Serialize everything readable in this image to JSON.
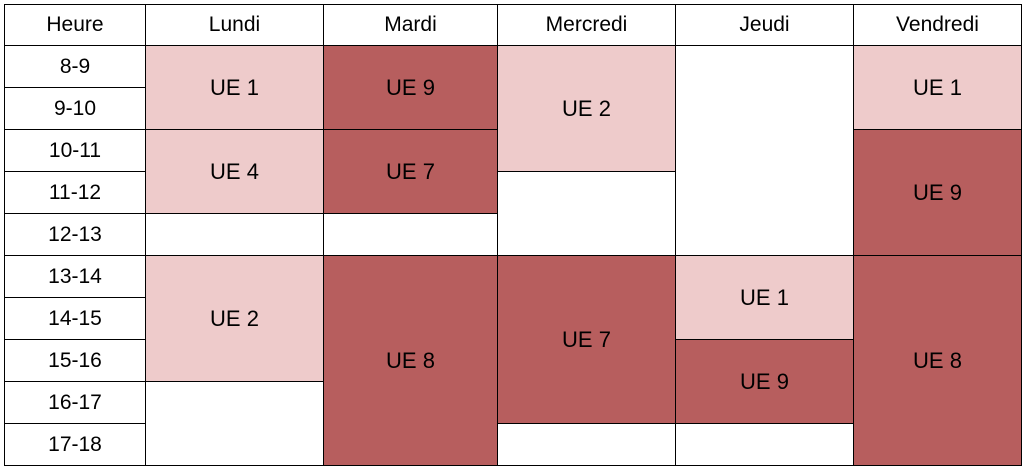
{
  "header": [
    "Heure",
    "Lundi",
    "Mardi",
    "Mercredi",
    "Jeudi",
    "Vendredi"
  ],
  "hours": [
    "8-9",
    "9-10",
    "10-11",
    "11-12",
    "12-13",
    "13-14",
    "14-15",
    "15-16",
    "16-17",
    "17-18"
  ],
  "colors": {
    "light": "#eecbcb",
    "dark": "#b75e5e",
    "empty": "#ffffff",
    "border": "#000000"
  },
  "blocks": [
    {
      "day": 0,
      "start": 0,
      "span": 2,
      "label": "UE 1",
      "shade": "light"
    },
    {
      "day": 0,
      "start": 2,
      "span": 2,
      "label": "UE 4",
      "shade": "light"
    },
    {
      "day": 0,
      "start": 4,
      "span": 1,
      "label": "",
      "shade": "empty"
    },
    {
      "day": 0,
      "start": 5,
      "span": 3,
      "label": "UE 2",
      "shade": "light"
    },
    {
      "day": 0,
      "start": 8,
      "span": 2,
      "label": "",
      "shade": "empty"
    },
    {
      "day": 1,
      "start": 0,
      "span": 2,
      "label": "UE 9",
      "shade": "dark"
    },
    {
      "day": 1,
      "start": 2,
      "span": 2,
      "label": "UE 7",
      "shade": "dark"
    },
    {
      "day": 1,
      "start": 4,
      "span": 1,
      "label": "",
      "shade": "empty"
    },
    {
      "day": 1,
      "start": 5,
      "span": 5,
      "label": "UE 8",
      "shade": "dark"
    },
    {
      "day": 2,
      "start": 0,
      "span": 3,
      "label": "UE 2",
      "shade": "light"
    },
    {
      "day": 2,
      "start": 3,
      "span": 2,
      "label": "",
      "shade": "empty"
    },
    {
      "day": 2,
      "start": 5,
      "span": 4,
      "label": "UE 7",
      "shade": "dark"
    },
    {
      "day": 2,
      "start": 9,
      "span": 1,
      "label": "",
      "shade": "empty"
    },
    {
      "day": 3,
      "start": 0,
      "span": 5,
      "label": "",
      "shade": "empty"
    },
    {
      "day": 3,
      "start": 5,
      "span": 2,
      "label": "UE 1",
      "shade": "light"
    },
    {
      "day": 3,
      "start": 7,
      "span": 2,
      "label": "UE 9",
      "shade": "dark"
    },
    {
      "day": 3,
      "start": 9,
      "span": 1,
      "label": "",
      "shade": "empty"
    },
    {
      "day": 4,
      "start": 0,
      "span": 2,
      "label": "UE 1",
      "shade": "light"
    },
    {
      "day": 4,
      "start": 2,
      "span": 3,
      "label": "UE 9",
      "shade": "dark"
    },
    {
      "day": 4,
      "start": 5,
      "span": 5,
      "label": "UE 8",
      "shade": "dark"
    }
  ]
}
